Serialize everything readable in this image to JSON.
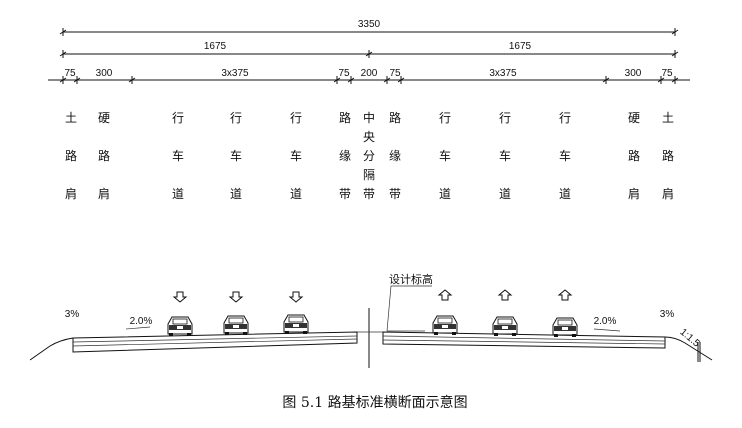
{
  "dimensions": {
    "total": "3350",
    "half_left": "1675",
    "half_right": "1675",
    "segments": [
      "75",
      "300",
      "3x375",
      "75",
      "200",
      "75",
      "3x375",
      "300",
      "75"
    ]
  },
  "zones": {
    "earth_shoulder": [
      "土",
      "路",
      "肩"
    ],
    "hard_shoulder": [
      "硬",
      "路",
      "肩"
    ],
    "lane": [
      "行",
      "车",
      "道"
    ],
    "edge_strip": [
      "路",
      "缘",
      "带"
    ],
    "median": [
      "中",
      "央",
      "分",
      "隔",
      "带"
    ]
  },
  "annotations": {
    "slope_left_shoulder": "3%",
    "slope_left_road": "2.0%",
    "slope_right_road": "2.0%",
    "slope_right_shoulder": "3%",
    "embankment_ratio": "1:1.5",
    "design_elevation": "设计标高"
  },
  "caption": "图 5.1   路基标准横断面示意图"
}
